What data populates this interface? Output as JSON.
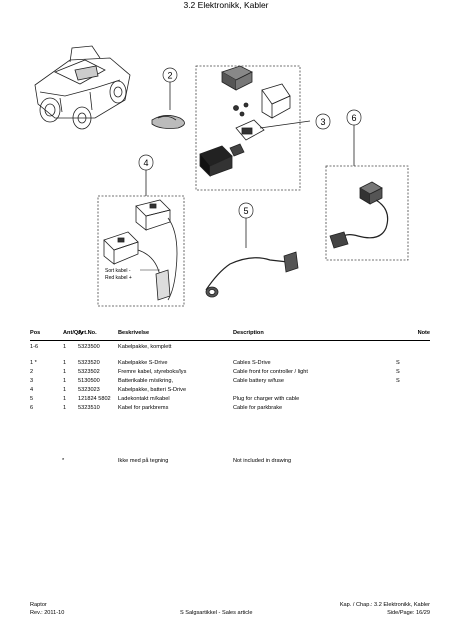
{
  "header": {
    "title": "3.2  Elektronikk, Kabler"
  },
  "diagram": {
    "callouts": [
      "2",
      "3",
      "4",
      "5",
      "6"
    ],
    "cable_label_line1": "Sort kabel -",
    "cable_label_line2": "Red kabel +"
  },
  "table": {
    "headers": {
      "pos": "Pos",
      "qty": "Ant/Qty",
      "art": "Art.No.",
      "besk": "Beskrivelse",
      "desc": "Description",
      "note": "Note"
    },
    "rows": [
      {
        "pos": "1-6",
        "qty": "1",
        "art": "5323500",
        "besk": "Kabelpakke, komplett",
        "desc": "",
        "note": ""
      },
      {
        "pos": "1 *",
        "qty": "1",
        "art": "5323520",
        "besk": "Kabelpakke S-Drive",
        "desc": "Cables S-Drive",
        "note": "S"
      },
      {
        "pos": "2",
        "qty": "1",
        "art": "5323502",
        "besk": "Fremre kabel, styreboks/lys",
        "desc": "Cable front for controller / light",
        "note": "S"
      },
      {
        "pos": "3",
        "qty": "1",
        "art": "5130500",
        "besk": "Batterikable m/sikring,",
        "desc": "Cable battery w/fuse",
        "note": "S"
      },
      {
        "pos": "4",
        "qty": "1",
        "art": "5323023",
        "besk": "Kabelpakke, batteri S-Drive",
        "desc": "",
        "note": ""
      },
      {
        "pos": "5",
        "qty": "1",
        "art": "121824 5802",
        "besk": "Ladekontakt m/kabel",
        "desc": "Plug for charger with cable",
        "note": ""
      },
      {
        "pos": "6",
        "qty": "1",
        "art": "5323510",
        "besk": "Kabel for parkbrems",
        "desc": "Cable for parkbrake",
        "note": ""
      }
    ],
    "footnote": {
      "marker": "*",
      "besk": "Ikke med på tegning",
      "desc": "Not included in drawing"
    }
  },
  "footer": {
    "product": "Raptor",
    "rev": "Rev.: 2011-10",
    "legend": "S  Salgsartikkel - Sales article",
    "chapter": "Kap. / Chap.: 3.2  Elektronikk, Kabler",
    "page": "Side/Page: 16/29"
  }
}
